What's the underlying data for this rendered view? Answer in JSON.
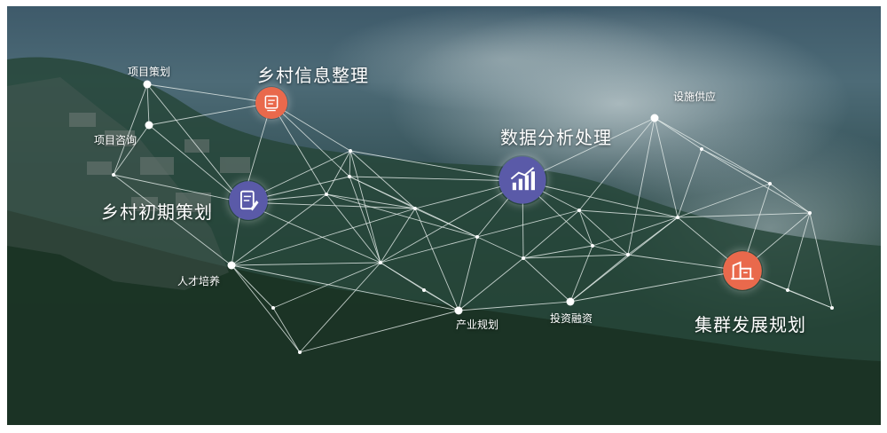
{
  "title": "",
  "colors": {
    "accent_orange": "#e9694c",
    "accent_purple": "#5a5aa8",
    "line": "#e8f0ee"
  },
  "hubs": {
    "village_info": {
      "label": "乡村信息整理",
      "color": "#e9694c",
      "icon": "document-icon"
    },
    "initial_plan": {
      "label": "乡村初期策划",
      "color": "#5a5aa8",
      "icon": "edit-icon"
    },
    "data_analysis": {
      "label": "数据分析处理",
      "color": "#5a5aa8",
      "icon": "bar-chart-icon"
    },
    "cluster_plan": {
      "label": "集群发展规划",
      "color": "#e9694c",
      "icon": "buildings-icon"
    }
  },
  "nodes": {
    "project_plan": {
      "label": "项目策划"
    },
    "project_consult": {
      "label": "项目咨询"
    },
    "talent": {
      "label": "人才培养"
    },
    "industry": {
      "label": "产业规划"
    },
    "investment": {
      "label": "投资融资"
    },
    "facilities": {
      "label": "设施供应"
    }
  }
}
